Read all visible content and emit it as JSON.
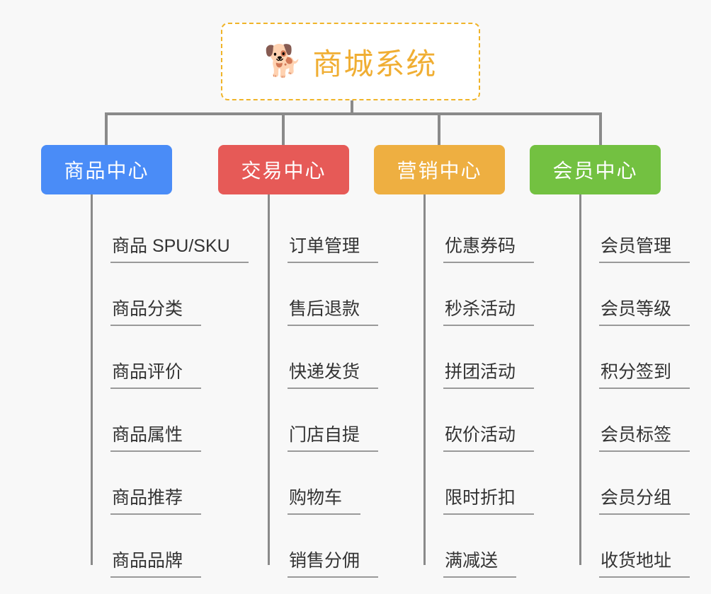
{
  "background_color": "#f8f8f8",
  "root": {
    "icon": "shiba-dog-face-emoji",
    "icon_glyph": "🐕",
    "title": "商城系统",
    "title_color": "#f0ae33",
    "border_color": "#f0b429"
  },
  "connector_color": "#8a8a8a",
  "columns": [
    {
      "header": "商品中心",
      "color": "#4a8cf7",
      "items": [
        "商品 SPU/SKU",
        "商品分类",
        "商品评价",
        "商品属性",
        "商品推荐",
        "商品品牌"
      ]
    },
    {
      "header": "交易中心",
      "color": "#e65a57",
      "items": [
        "订单管理",
        "售后退款",
        "快递发货",
        "门店自提",
        "购物车",
        "销售分佣"
      ]
    },
    {
      "header": "营销中心",
      "color": "#eeaf41",
      "items": [
        "优惠券码",
        "秒杀活动",
        "拼团活动",
        "砍价活动",
        "限时折扣",
        "满减送"
      ]
    },
    {
      "header": "会员中心",
      "color": "#73c141",
      "items": [
        "会员管理",
        "会员等级",
        "积分签到",
        "会员标签",
        "会员分组",
        "收货地址"
      ]
    }
  ]
}
